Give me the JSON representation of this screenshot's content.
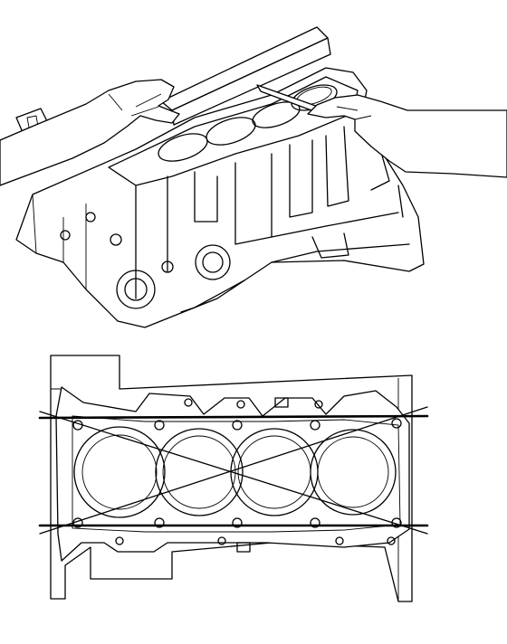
{
  "figure": {
    "panels": [
      {
        "view": "engine-block-perspective",
        "tool": "precision-straightedge",
        "gauge": "feeler-gauge",
        "hands": 2
      },
      {
        "view": "cylinder-block-deck-top",
        "cylinders": 4,
        "measurement_lines": 4
      }
    ],
    "colors": {
      "ink": "#000000",
      "paper": "#ffffff"
    }
  }
}
